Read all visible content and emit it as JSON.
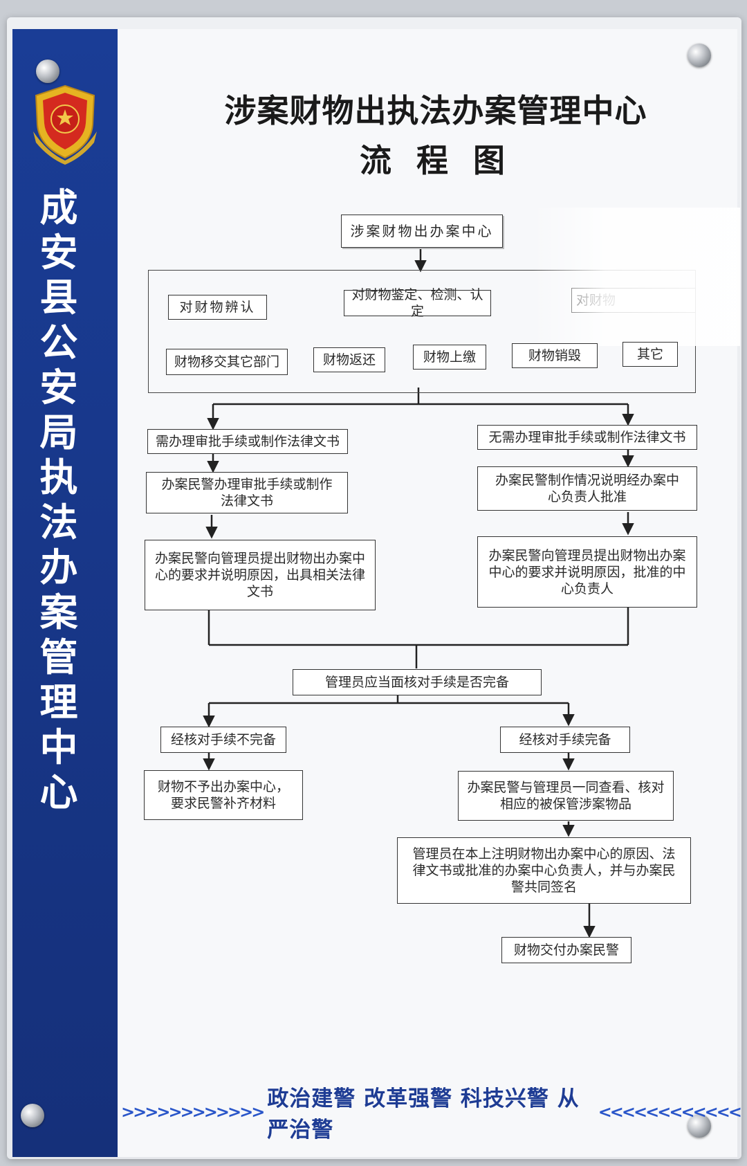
{
  "sidebar": {
    "vertical_title": [
      "成",
      "安",
      "县",
      "公",
      "安",
      "局",
      "执",
      "法",
      "办",
      "案",
      "管",
      "理",
      "中",
      "心"
    ]
  },
  "title": {
    "line1": "涉案财物出执法办案管理中心",
    "line2": "流 程 图"
  },
  "flow": {
    "start": "涉案财物出办案中心",
    "actions": {
      "identify": "对财物辨认",
      "appraise": "对财物鉴定、检测、认定",
      "partial": "对财物",
      "transfer": "财物移交其它部门",
      "return": "财物返还",
      "turn_in": "财物上缴",
      "destroy": "财物销毁",
      "other": "其它"
    },
    "left": {
      "need": "需办理审批手续或制作法律文书",
      "handle": "办案民警办理审批手续或制作法律文书",
      "request": "办案民警向管理员提出财物出办案中心的要求并说明原因，出具相关法律文书"
    },
    "right": {
      "no_need": "无需办理审批手续或制作法律文书",
      "explain": "办案民警制作情况说明经办案中心负责人批准",
      "request": "办案民警向管理员提出财物出办案中心的要求并说明原因，批准的中心负责人"
    },
    "check": "管理员应当面核对手续是否完备",
    "incomplete": "经核对手续不完备",
    "deny": "财物不予出办案中心，要求民警补齐材料",
    "complete": "经核对手续完备",
    "inspect": "办案民警与管理员一同查看、核对相应的被保管涉案物品",
    "record": "管理员在本上注明财物出办案中心的原因、法律文书或批准的办案中心负责人，并与办案民警共同签名",
    "deliver": "财物交付办案民警"
  },
  "slogan": {
    "text": "政治建警 改革强警 科技兴警 从严治警",
    "left_chevrons": ">>>>>>>>>>>>",
    "right_chevrons": "<<<<<<<<<<<<"
  },
  "colors": {
    "sidebar_blue": "#1a3d96",
    "slogan_blue": "#1e3c94",
    "emblem_red": "#d42a1f",
    "emblem_gold": "#e6b422"
  }
}
